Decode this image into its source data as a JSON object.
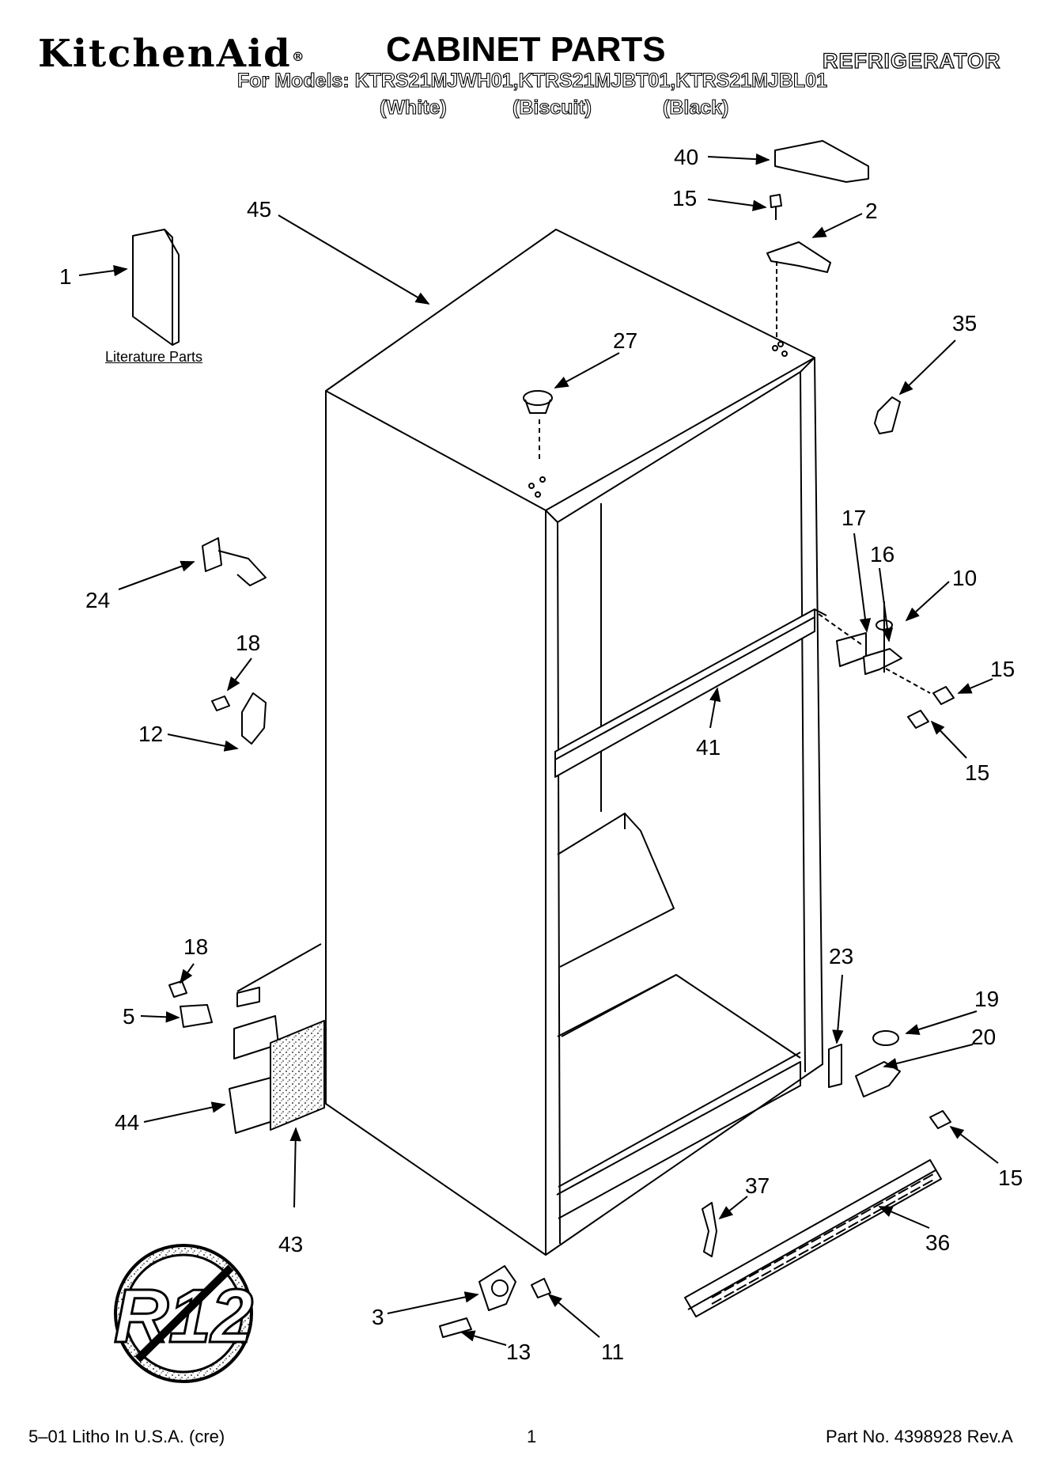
{
  "header": {
    "brand": "KitchenAid",
    "brand_mark": "®",
    "title": "CABINET PARTS",
    "appliance": "REFRIGERATOR",
    "models_line": "For Models: KTRS21MJWH01,KTRS21MJBT01,KTRS21MJBL01",
    "variants": [
      "(White)",
      "(Biscuit)",
      "(Black)"
    ]
  },
  "literature_label": "Literature Parts",
  "callouts": [
    "40",
    "15",
    "2",
    "45",
    "1",
    "35",
    "27",
    "17",
    "16",
    "10",
    "15",
    "15",
    "24",
    "18",
    "12",
    "41",
    "18",
    "23",
    "19",
    "20",
    "5",
    "44",
    "15",
    "37",
    "36",
    "43",
    "3",
    "13",
    "11"
  ],
  "symbol": {
    "text": "R12",
    "name": "no-r12-symbol"
  },
  "footer": {
    "left": "5–01 Litho In U.S.A. (cre)",
    "page": "1",
    "right": "Part No. 4398928 Rev.A"
  }
}
